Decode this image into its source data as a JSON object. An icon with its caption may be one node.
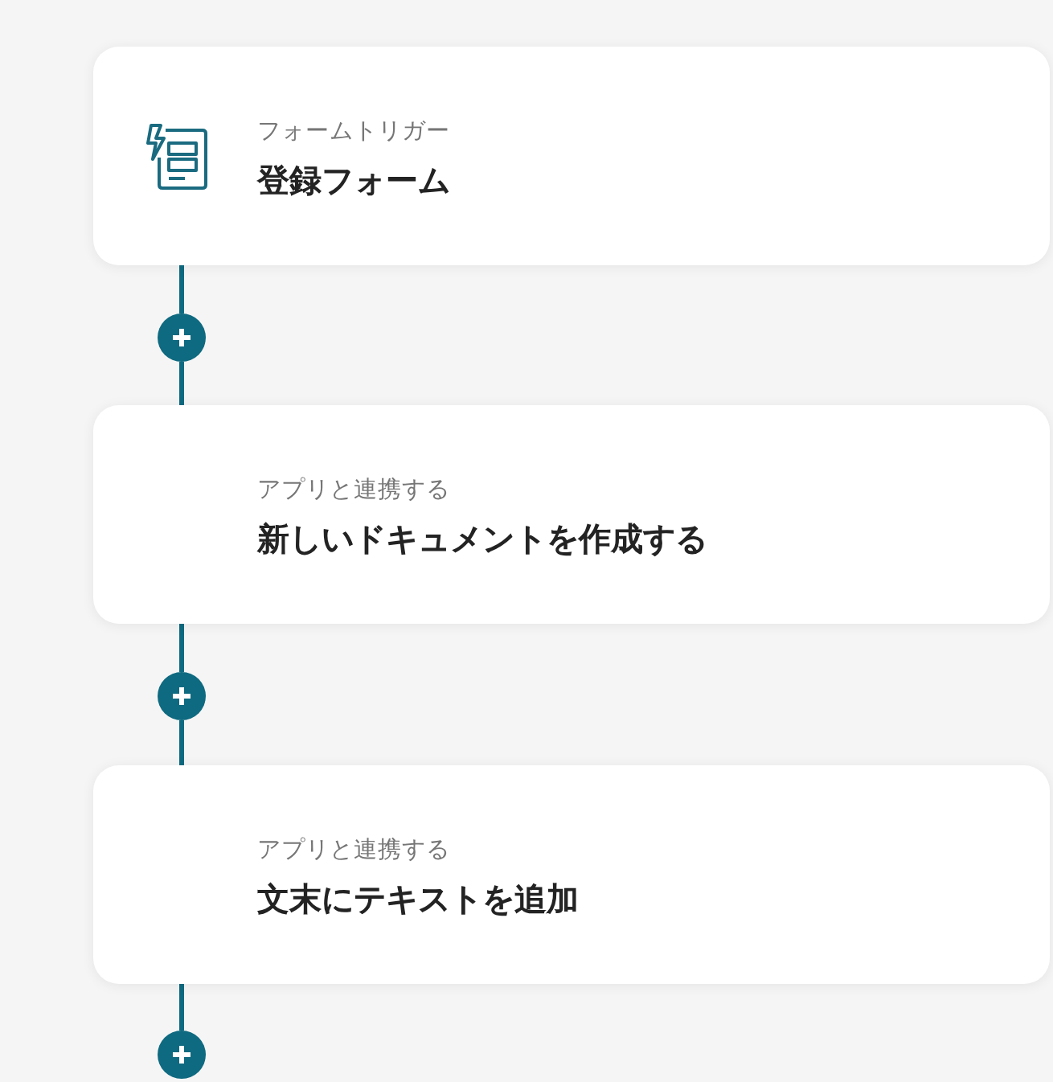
{
  "diagram": {
    "nodes": [
      {
        "text": [
          "フォームトリガー",
          "登録フォーム"
        ]
      },
      {
        "text": [],
        "shape": "circle"
      },
      {
        "text": [
          "アプリと連携する",
          "新しいドキュメントを作成する"
        ]
      },
      {
        "text": [],
        "shape": "circle"
      },
      {
        "text": [
          "アプリと連携する",
          "文末にテキストを追加"
        ]
      },
      {
        "text": [],
        "shape": "circle"
      }
    ],
    "edges": [
      {
        "from": 0,
        "to": 1,
        "arrow": "none"
      },
      {
        "from": 1,
        "to": 2,
        "arrow": "none"
      },
      {
        "from": 2,
        "to": 3,
        "arrow": "none"
      },
      {
        "from": 3,
        "to": 4,
        "arrow": "none"
      },
      {
        "from": 4,
        "to": 5,
        "arrow": "none"
      }
    ]
  }
}
